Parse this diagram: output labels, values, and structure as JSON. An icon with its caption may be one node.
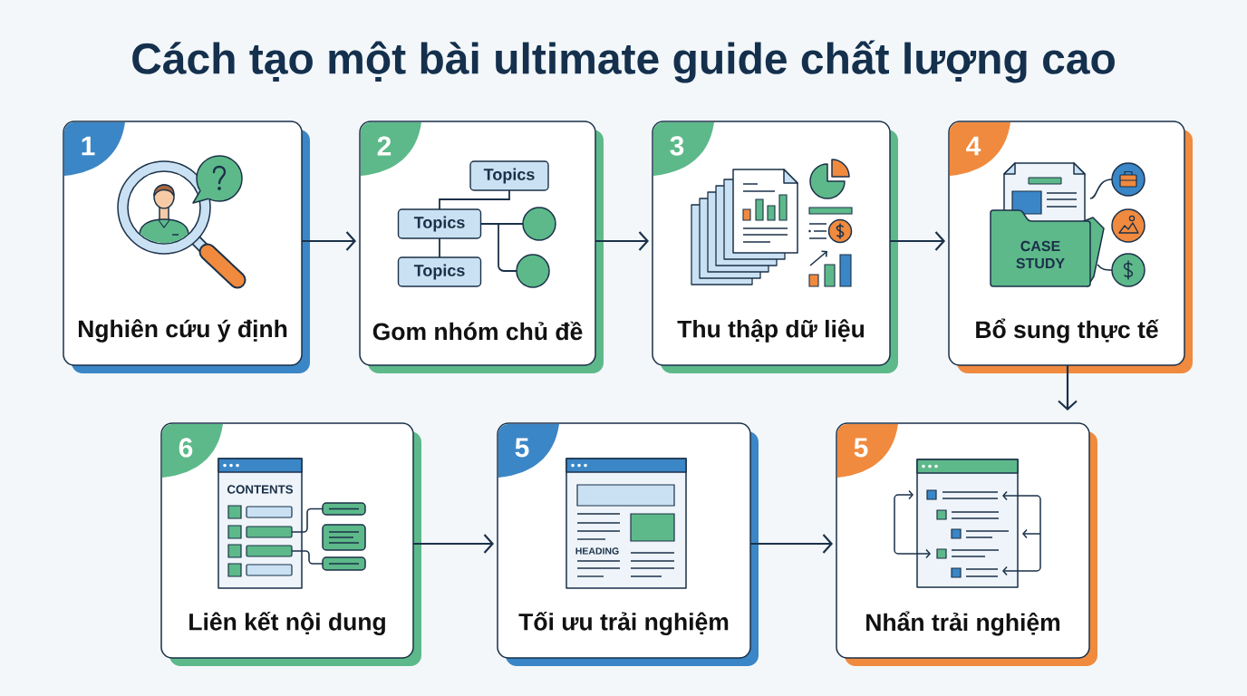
{
  "diagram": {
    "title": "Cách tạo một bài ultimate guide chất lượng cao",
    "nodes": [
      {
        "text": [
          "1",
          "Nghiên cứu ý định"
        ]
      },
      {
        "text": [
          "2",
          "Gom nhóm chủ đề"
        ]
      },
      {
        "text": [
          "3",
          "Thu thập dữ liệu"
        ]
      },
      {
        "text": [
          "4",
          "Bổ sung thực tế"
        ]
      },
      {
        "text": [
          "6",
          "Liên kết nội dung"
        ]
      },
      {
        "text": [
          "5",
          "Tối ưu trải nghiệm"
        ]
      },
      {
        "text": [
          "5",
          "Nhẩn trải nghiệm"
        ]
      }
    ],
    "edges": [
      {
        "from": 0,
        "to": 1,
        "arrow": "to"
      },
      {
        "from": 1,
        "to": 2,
        "arrow": "to"
      },
      {
        "from": 2,
        "to": 3,
        "arrow": "to"
      },
      {
        "from": 3,
        "to": 6,
        "arrow": "to"
      },
      {
        "from": 4,
        "to": 5,
        "arrow": "to"
      },
      {
        "from": 5,
        "to": 6,
        "arrow": "to"
      }
    ],
    "labels": [
      "Topics",
      "Topics",
      "Topics",
      "CASE STUDY",
      "CONTENTS",
      "HEADING"
    ]
  }
}
